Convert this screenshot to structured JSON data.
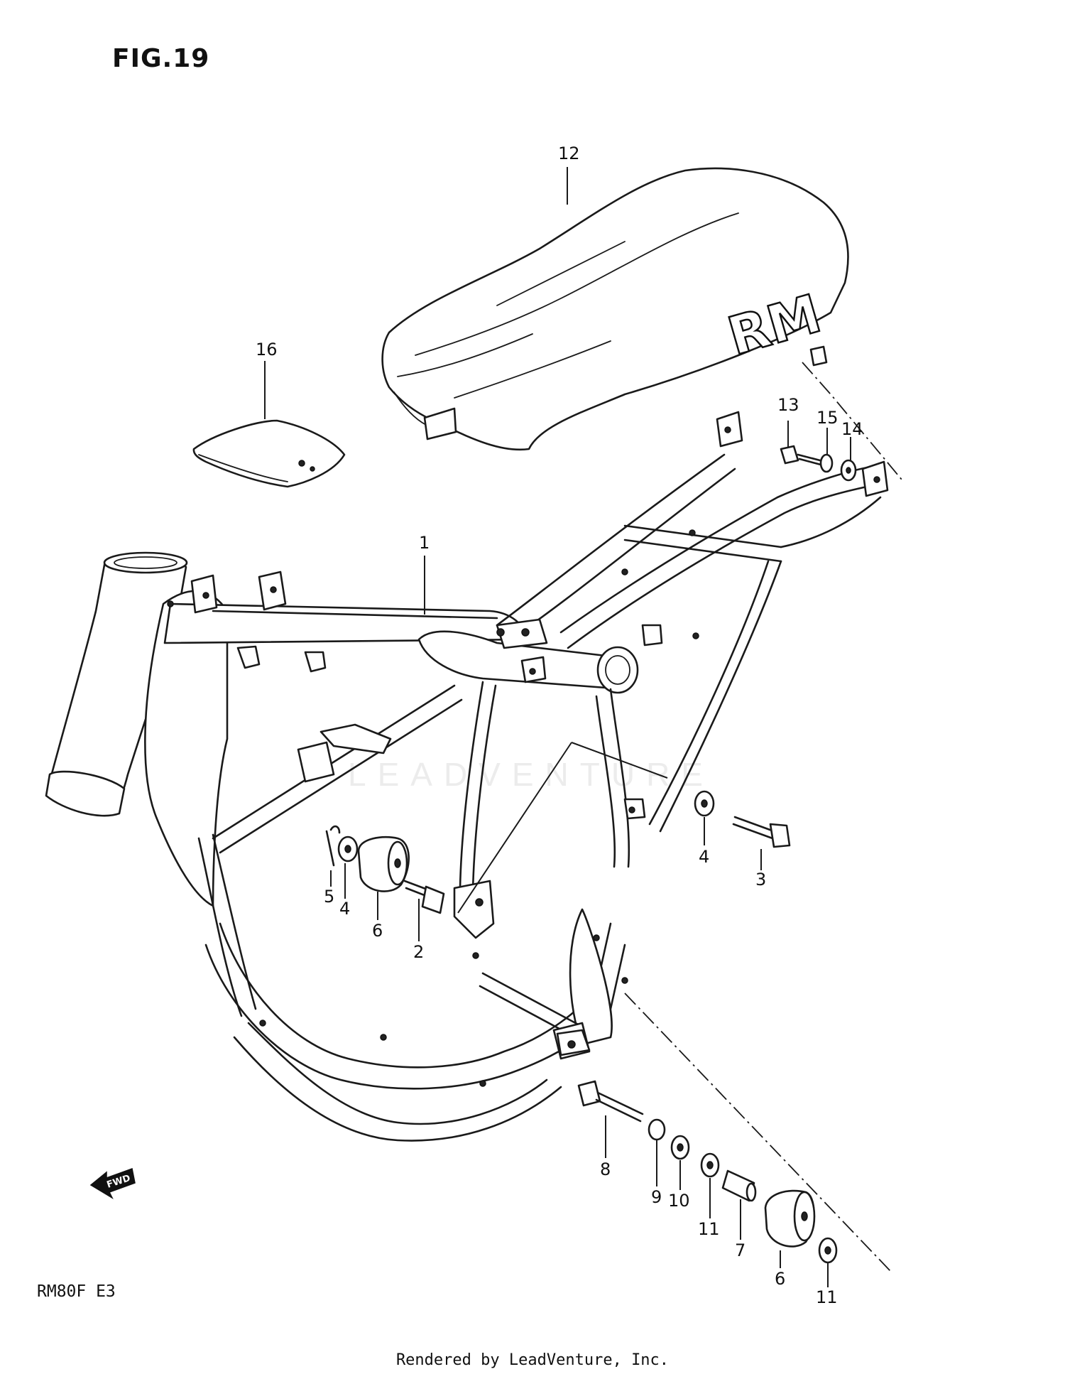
{
  "figure_title": "FIG.19",
  "model_code": "RM80F  E3",
  "footer": "Rendered by LeadVenture, Inc.",
  "watermark": "LEADVENTURE",
  "seat_logo": "RM",
  "fwd_label": "FWD",
  "callouts": {
    "c1": "1",
    "c2": "2",
    "c3": "3",
    "c4a": "4",
    "c4b": "4",
    "c5": "5",
    "c6a": "6",
    "c6b": "6",
    "c7": "7",
    "c8": "8",
    "c9": "9",
    "c10": "10",
    "c11a": "11",
    "c11b": "11",
    "c12": "12",
    "c13": "13",
    "c14": "14",
    "c15": "15",
    "c16": "16"
  }
}
